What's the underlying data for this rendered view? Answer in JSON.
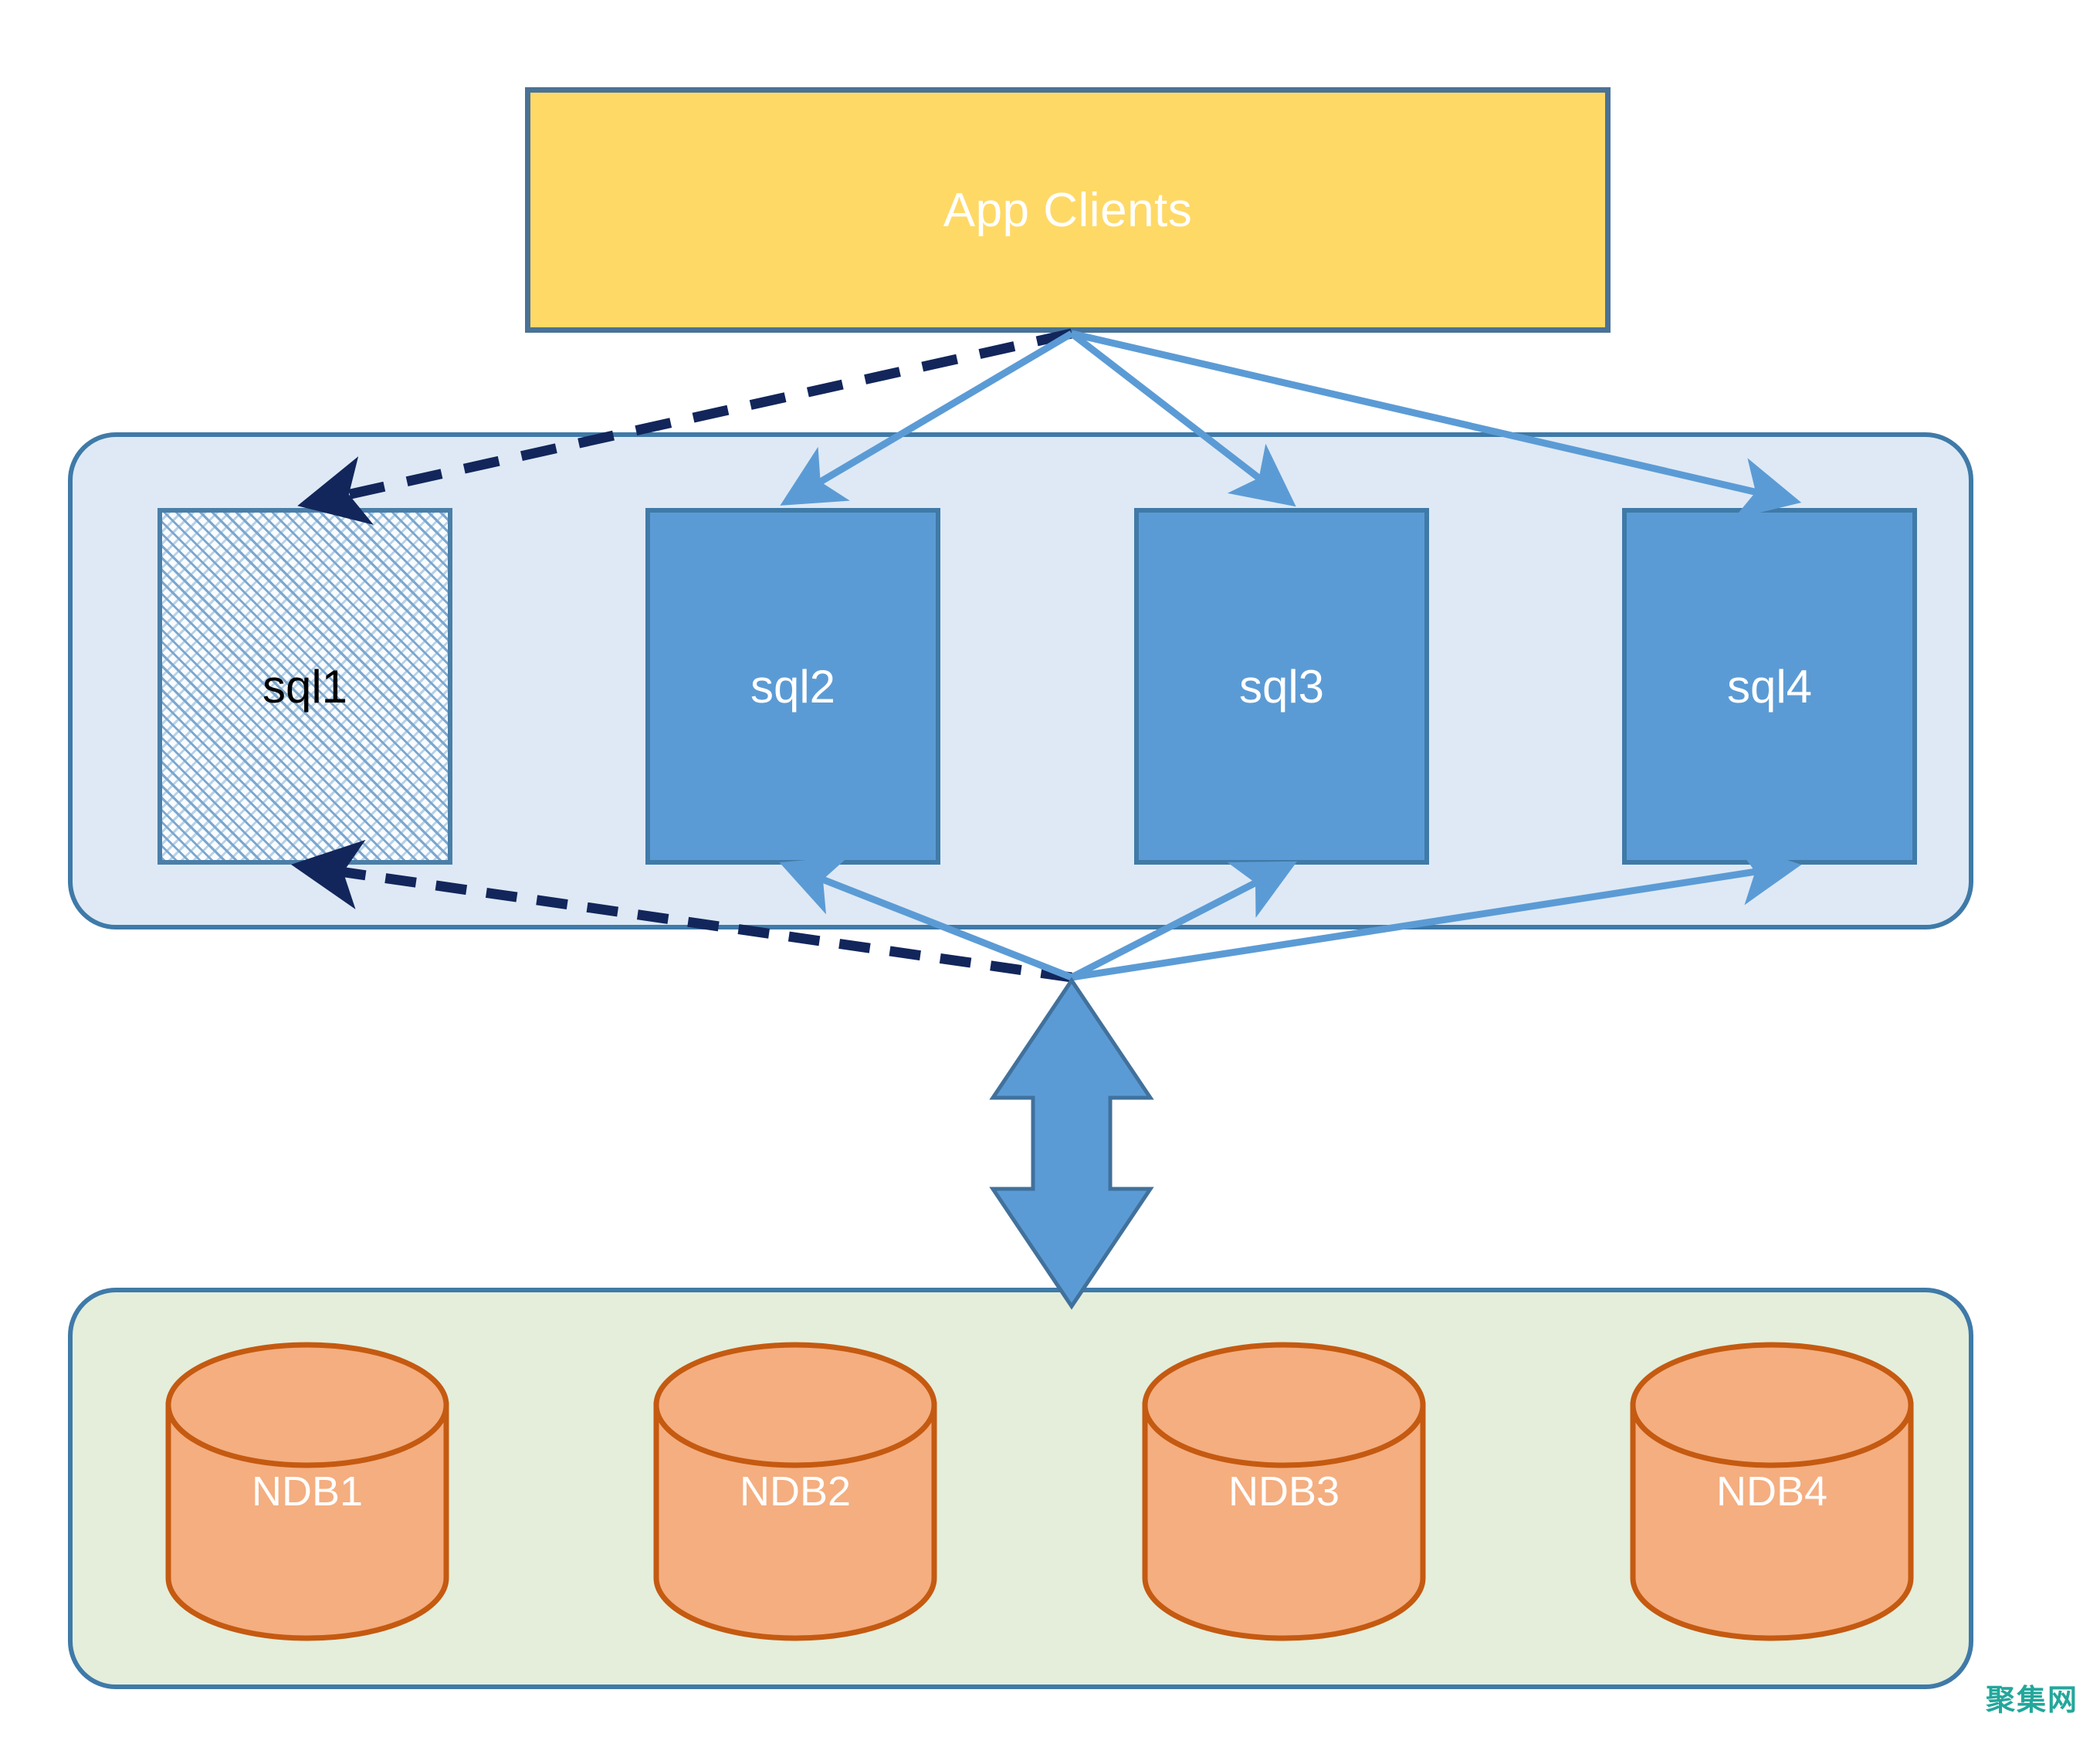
{
  "diagram": {
    "title_block": {
      "label": "App Clients",
      "fill_color": "#FFD966",
      "border_color": "#4A7296",
      "text_color": "#FFFFFF"
    },
    "sql_layer": {
      "container_fill": "#DEE9F5",
      "container_border": "#3F7AA8",
      "nodes": [
        {
          "label": "sql1",
          "state": "failed",
          "fill": "hatched",
          "text_color": "#000000"
        },
        {
          "label": "sql2",
          "state": "active",
          "fill": "#5B9BD5",
          "text_color": "#FFFFFF"
        },
        {
          "label": "sql3",
          "state": "active",
          "fill": "#5B9BD5",
          "text_color": "#FFFFFF"
        },
        {
          "label": "sql4",
          "state": "active",
          "fill": "#5B9BD5",
          "text_color": "#FFFFFF"
        }
      ]
    },
    "ndb_layer": {
      "container_fill": "#E4EEDB",
      "container_border": "#3F7AA8",
      "nodes": [
        {
          "label": "NDB1",
          "fill": "#F4AE80",
          "border": "#C55A11",
          "text_color": "#FFFFFF"
        },
        {
          "label": "NDB2",
          "fill": "#F4AE80",
          "border": "#C55A11",
          "text_color": "#FFFFFF"
        },
        {
          "label": "NDB3",
          "fill": "#F4AE80",
          "border": "#C55A11",
          "text_color": "#FFFFFF"
        },
        {
          "label": "NDB4",
          "fill": "#F4AE80",
          "border": "#C55A11",
          "text_color": "#FFFFFF"
        }
      ]
    },
    "connectors": {
      "solid_color": "#5B9BD5",
      "dashed_color": "#12265B",
      "double_arrow_fill": "#5B9BD5",
      "double_arrow_border": "#41719C"
    },
    "watermark": {
      "text": "聚集网",
      "color": "#23A79B"
    }
  }
}
